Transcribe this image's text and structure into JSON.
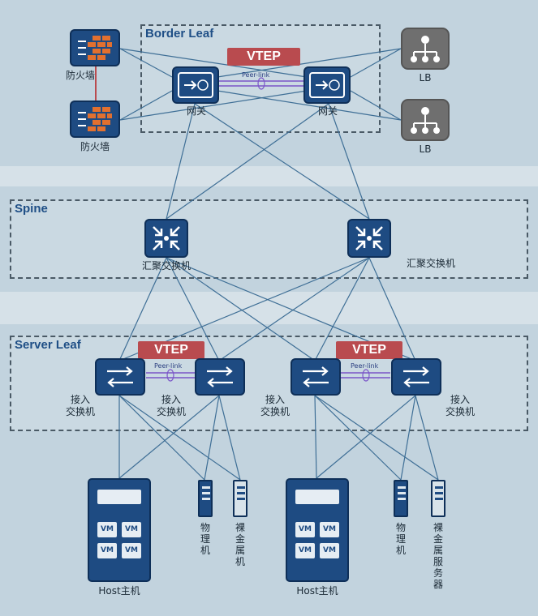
{
  "zones": {
    "border_leaf": "Border Leaf",
    "spine": "Spine",
    "server_leaf": "Server Leaf"
  },
  "vtep_label": "VTEP",
  "peer_link_label": "Peer-link",
  "nodes": {
    "firewall_top": "防火墙",
    "firewall_bottom": "防火墙",
    "gateway_left": "网关",
    "gateway_right": "网关",
    "lb_top": "LB",
    "lb_bottom": "LB",
    "spine_left": "汇聚交换机",
    "spine_right": "汇聚交换机",
    "access_1": "接入\n交换机",
    "access_2": "接入\n交换机",
    "access_3": "接入\n交换机",
    "access_4": "接入\n交换机",
    "host_left": "Host主机",
    "host_right": "Host主机",
    "physical_left": "物理机",
    "baremetal_left": "裸金属机",
    "physical_right": "物理机",
    "baremetal_right": "裸金属服务器",
    "vm": "VM"
  },
  "icons": {
    "firewall": "firewall-icon",
    "gateway": "router-gateway-icon",
    "lb": "load-balancer-icon",
    "spine": "aggregation-switch-icon",
    "access": "access-switch-icon",
    "host": "host-server-icon",
    "physical": "physical-server-icon"
  },
  "colors": {
    "device_blue": "#1e4b82",
    "vtep_red": "#b94b4f",
    "lb_grey": "#6f6f6f",
    "zone_title": "#1f4f86",
    "link": "#3f6f96",
    "peer_link": "#7a55c8"
  }
}
